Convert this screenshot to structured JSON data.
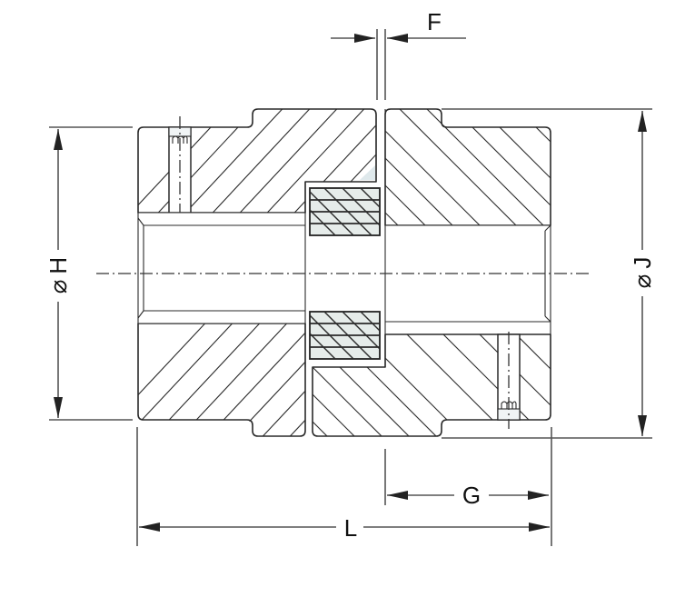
{
  "drawing": {
    "title": "Jaw coupling cross-section with elastomer spider",
    "colors": {
      "line": "#2a2a2a",
      "dimension_line": "#555555",
      "elastomer_fill": "#e6ecea",
      "background": "#ffffff"
    },
    "dimensions": {
      "F": {
        "label": "F",
        "description": "gap between hubs"
      },
      "H": {
        "label": "H",
        "prefix": "⌀",
        "description": "outer diameter, left hub"
      },
      "J": {
        "label": "J",
        "prefix": "⌀",
        "description": "outer diameter, right hub"
      },
      "G": {
        "label": "G",
        "description": "hub length"
      },
      "L": {
        "label": "L",
        "description": "overall length"
      }
    },
    "components": [
      {
        "name": "left-hub",
        "set_screw": true
      },
      {
        "name": "right-hub",
        "set_screw": true
      },
      {
        "name": "elastomer-spider-upper"
      },
      {
        "name": "elastomer-spider-lower"
      },
      {
        "name": "center-axis"
      }
    ]
  }
}
